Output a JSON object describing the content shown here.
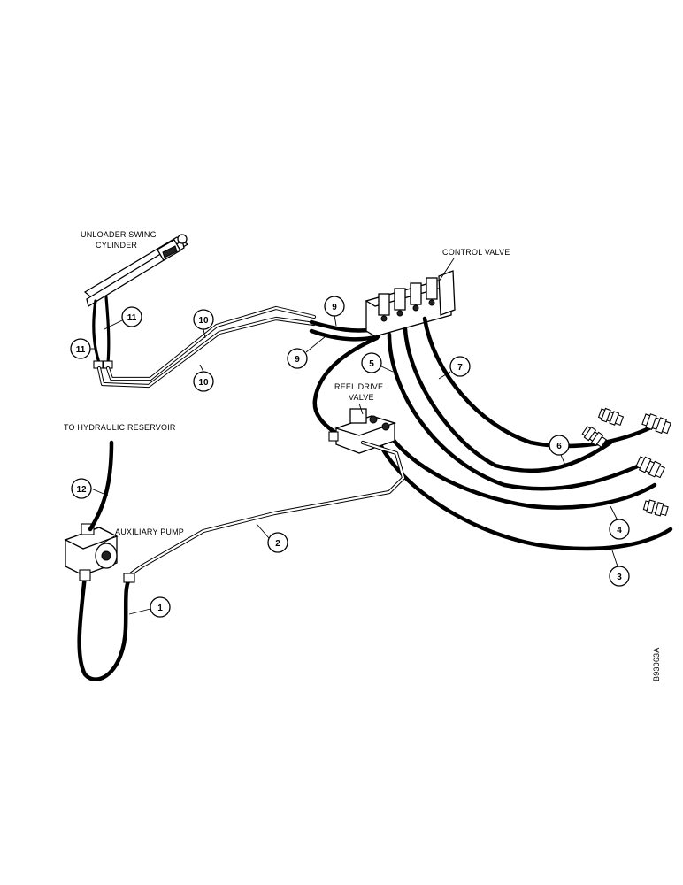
{
  "labels": {
    "unloader_line1": "UNLOADER SWING",
    "unloader_line2": "CYLINDER",
    "control_valve": "CONTROL VALVE",
    "reel_drive_line1": "REEL DRIVE",
    "reel_drive_line2": "VALVE",
    "hydraulic_reservoir": "TO HYDRAULIC RESERVOIR",
    "auxiliary_pump": "AUXILIARY PUMP"
  },
  "figure_code": "B93063A",
  "callouts": {
    "c1": "1",
    "c2": "2",
    "c3": "3",
    "c4": "4",
    "c5": "5",
    "c6": "6",
    "c7": "7",
    "c9a": "9",
    "c9b": "9",
    "c10a": "10",
    "c10b": "10",
    "c11a": "11",
    "c11b": "11",
    "c12": "12"
  }
}
